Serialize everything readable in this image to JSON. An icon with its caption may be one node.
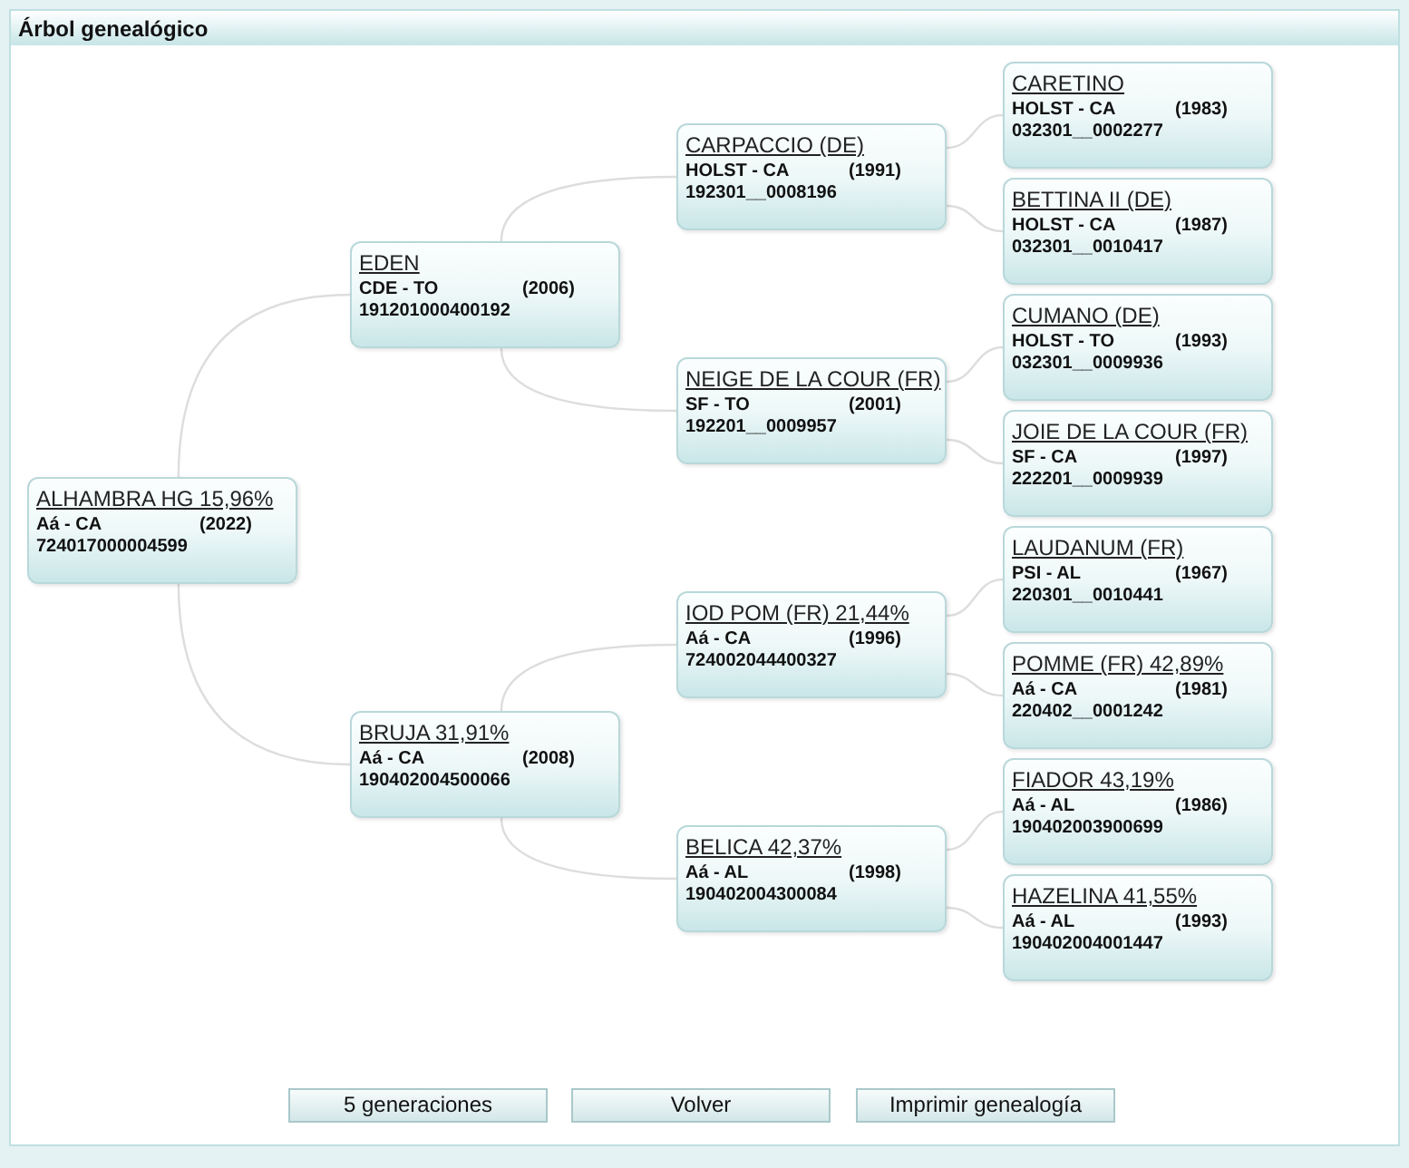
{
  "diagram": {
    "title": "Árbol genealógico",
    "nodes": [
      {
        "text": [
          "ALHAMBRA HG 15,96%",
          "Aá - CA",
          "(2022)",
          "724017000004599"
        ]
      },
      {
        "text": [
          "EDEN",
          "CDE - TO",
          "(2006)",
          "191201000400192"
        ]
      },
      {
        "text": [
          "CARPACCIO (DE)",
          "HOLST - CA",
          "(1991)",
          "192301__0008196"
        ]
      },
      {
        "text": [
          "CARETINO",
          "HOLST - CA",
          "(1983)",
          "032301__0002277"
        ]
      },
      {
        "text": [
          "BETTINA II (DE)",
          "HOLST - CA",
          "(1987)",
          "032301__0010417"
        ]
      },
      {
        "text": [
          "NEIGE DE LA COUR (FR)",
          "SF - TO",
          "(2001)",
          "192201__0009957"
        ]
      },
      {
        "text": [
          "CUMANO (DE)",
          "HOLST - TO",
          "(1993)",
          "032301__0009936"
        ]
      },
      {
        "text": [
          "JOIE DE LA COUR (FR)",
          "SF - CA",
          "(1997)",
          "222201__0009939"
        ]
      },
      {
        "text": [
          "BRUJA 31,91%",
          "Aá - CA",
          "(2008)",
          "190402004500066"
        ]
      },
      {
        "text": [
          "IOD POM (FR) 21,44%",
          "Aá - CA",
          "(1996)",
          "724002044400327"
        ]
      },
      {
        "text": [
          "LAUDANUM (FR)",
          "PSI - AL",
          "(1967)",
          "220301__0010441"
        ]
      },
      {
        "text": [
          "POMME (FR) 42,89%",
          "Aá - CA",
          "(1981)",
          "220402__0001242"
        ]
      },
      {
        "text": [
          "BELICA 42,37%",
          "Aá - AL",
          "(1998)",
          "190402004300084"
        ]
      },
      {
        "text": [
          "FIADOR 43,19%",
          "Aá - AL",
          "(1986)",
          "190402003900699"
        ]
      },
      {
        "text": [
          "HAZELINA 41,55%",
          "Aá - AL",
          "(1993)",
          "190402004001447"
        ]
      }
    ],
    "edges": [
      {
        "from": 0,
        "to": 1,
        "arrow": "none"
      },
      {
        "from": 1,
        "to": 2,
        "arrow": "none"
      },
      {
        "from": 2,
        "to": 3,
        "arrow": "none"
      },
      {
        "from": 2,
        "to": 4,
        "arrow": "none"
      },
      {
        "from": 1,
        "to": 5,
        "arrow": "none"
      },
      {
        "from": 5,
        "to": 6,
        "arrow": "none"
      },
      {
        "from": 5,
        "to": 7,
        "arrow": "none"
      },
      {
        "from": 0,
        "to": 8,
        "arrow": "none"
      },
      {
        "from": 8,
        "to": 9,
        "arrow": "none"
      },
      {
        "from": 9,
        "to": 10,
        "arrow": "none"
      },
      {
        "from": 9,
        "to": 11,
        "arrow": "none"
      },
      {
        "from": 8,
        "to": 12,
        "arrow": "none"
      },
      {
        "from": 12,
        "to": 13,
        "arrow": "none"
      },
      {
        "from": 12,
        "to": 14,
        "arrow": "none"
      }
    ],
    "labels": [
      "5 generaciones",
      "Volver",
      "Imprimir genealogía"
    ]
  }
}
